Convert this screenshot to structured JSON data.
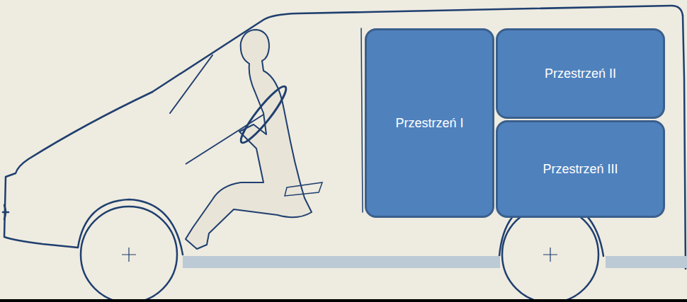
{
  "diagram": {
    "nodes": [
      {
        "text": [
          "Przestrzeń I"
        ]
      },
      {
        "text": [
          "Przestrzeń II"
        ]
      },
      {
        "text": [
          "Przestrzeń III"
        ]
      }
    ]
  }
}
